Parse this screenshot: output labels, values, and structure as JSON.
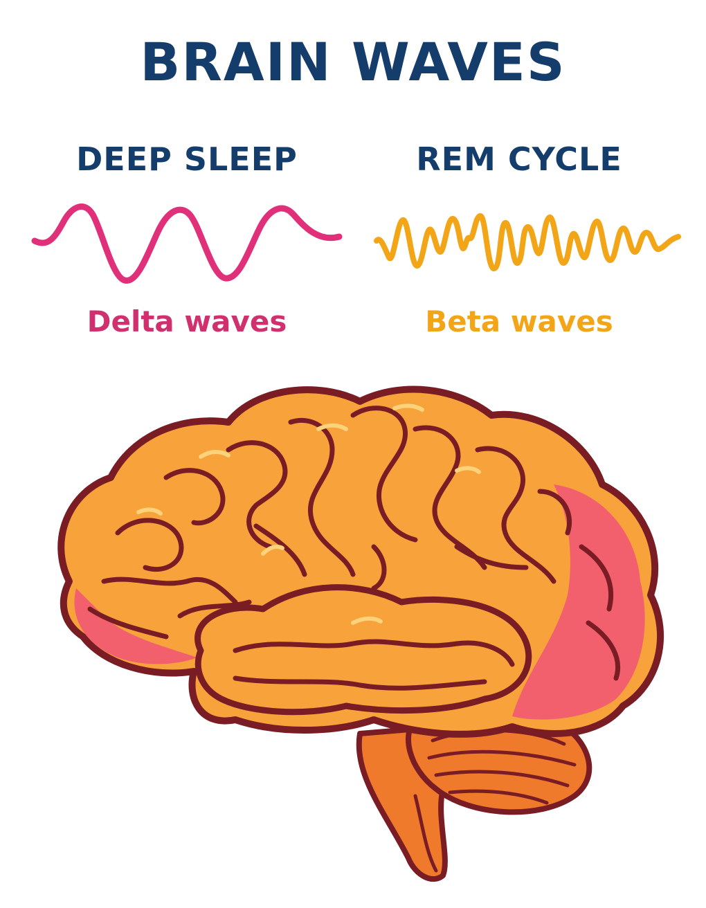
{
  "title": "BRAIN WAVES",
  "colors": {
    "title": "#143d6b",
    "heading": "#143d6b",
    "delta": "#e0307a",
    "beta": "#f2a516",
    "delta_caption": "#d0306e",
    "beta_caption": "#f2a516",
    "brain_outline": "#7a1c24",
    "brain_orange": "#f7a23b",
    "brain_pink": "#f2606e",
    "brain_highlight": "#fcd27a",
    "brainstem": "#f07a2c"
  },
  "panels": [
    {
      "heading": "DEEP SLEEP",
      "caption": "Delta waves",
      "wave": "delta"
    },
    {
      "heading": "REM CYCLE",
      "caption": "Beta waves",
      "wave": "beta"
    }
  ],
  "illustration": {
    "subject": "human brain side view",
    "icon": "brain-icon"
  }
}
